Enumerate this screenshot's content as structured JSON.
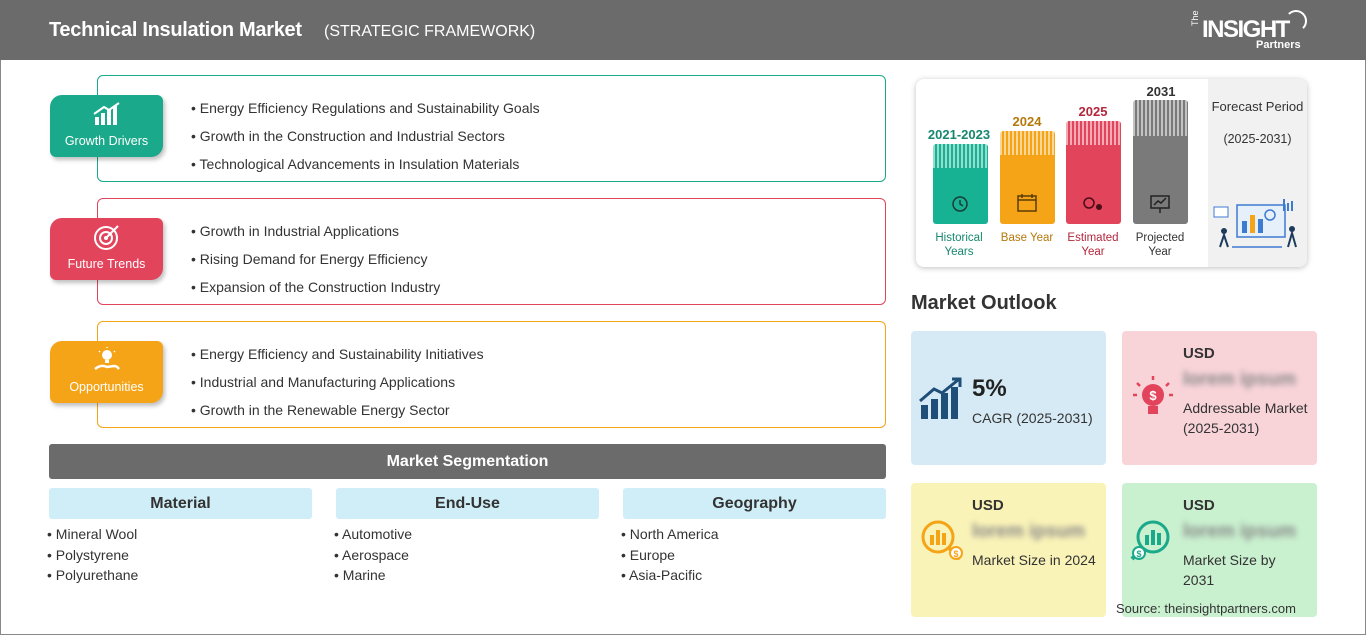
{
  "header": {
    "title": "Technical Insulation Market",
    "subtitle": "(STRATEGIC FRAMEWORK)",
    "logo": {
      "the": "The",
      "insight": "INSIGHT",
      "partners": "Partners"
    }
  },
  "framework": [
    {
      "label": "Growth Drivers",
      "icon": "growth-chart-icon",
      "color": "#1aa98a",
      "items": [
        "Energy Efficiency Regulations and Sustainability Goals",
        "Growth in the Construction and Industrial Sectors",
        "Technological Advancements in Insulation Materials"
      ]
    },
    {
      "label": "Future Trends",
      "icon": "target-icon",
      "color": "#e2445c",
      "items": [
        "Growth in Industrial Applications",
        "Rising Demand for Energy Efficiency",
        "Expansion of the Construction Industry"
      ]
    },
    {
      "label": "Opportunities",
      "icon": "lightbulb-hand-icon",
      "color": "#f5a418",
      "items": [
        "Energy Efficiency and Sustainability Initiatives",
        "Industrial and Manufacturing Applications",
        "Growth in the Renewable Energy Sector"
      ]
    }
  ],
  "segmentation": {
    "title": "Market Segmentation",
    "columns": [
      {
        "heading": "Material",
        "items": [
          "Mineral Wool",
          "Polystyrene",
          "Polyurethane"
        ]
      },
      {
        "heading": "End-Use",
        "items": [
          "Automotive",
          "Aerospace",
          "Marine"
        ]
      },
      {
        "heading": "Geography",
        "items": [
          "North America",
          "Europe",
          "Asia-Pacific"
        ]
      }
    ]
  },
  "timeline": {
    "bars": [
      {
        "year": "2021-2023",
        "label": "Historical Years",
        "color": "#17b294",
        "text_color": "#17876f"
      },
      {
        "year": "2024",
        "label": "Base Year",
        "color": "#f5a418",
        "text_color": "#b5780a"
      },
      {
        "year": "2025",
        "label": "Estimated Year",
        "color": "#e2445c",
        "text_color": "#b3263c"
      },
      {
        "year": "2031",
        "label": "Projected Year",
        "color": "#7a7a7a",
        "text_color": "#333333"
      }
    ],
    "forecast_title": "Forecast Period",
    "forecast_range": "(2025-2031)"
  },
  "outlook": {
    "title": "Market Outlook",
    "cagr": {
      "value": "5%",
      "label": "CAGR (2025-2031)",
      "color": "#d6eaf5"
    },
    "addressable": {
      "currency": "USD",
      "value": "lorem ipsum",
      "label": "Addressable Market (2025-2031)",
      "color": "#f8d4d9"
    },
    "size_2024": {
      "currency": "USD",
      "value": "lorem ipsum",
      "label": "Market Size in 2024",
      "color": "#faf3b8"
    },
    "size_2031": {
      "currency": "USD",
      "value": "lorem ipsum",
      "label": "Market Size by 2031",
      "color": "#c9f0cf"
    }
  },
  "source": "Source: theinsightpartners.com"
}
